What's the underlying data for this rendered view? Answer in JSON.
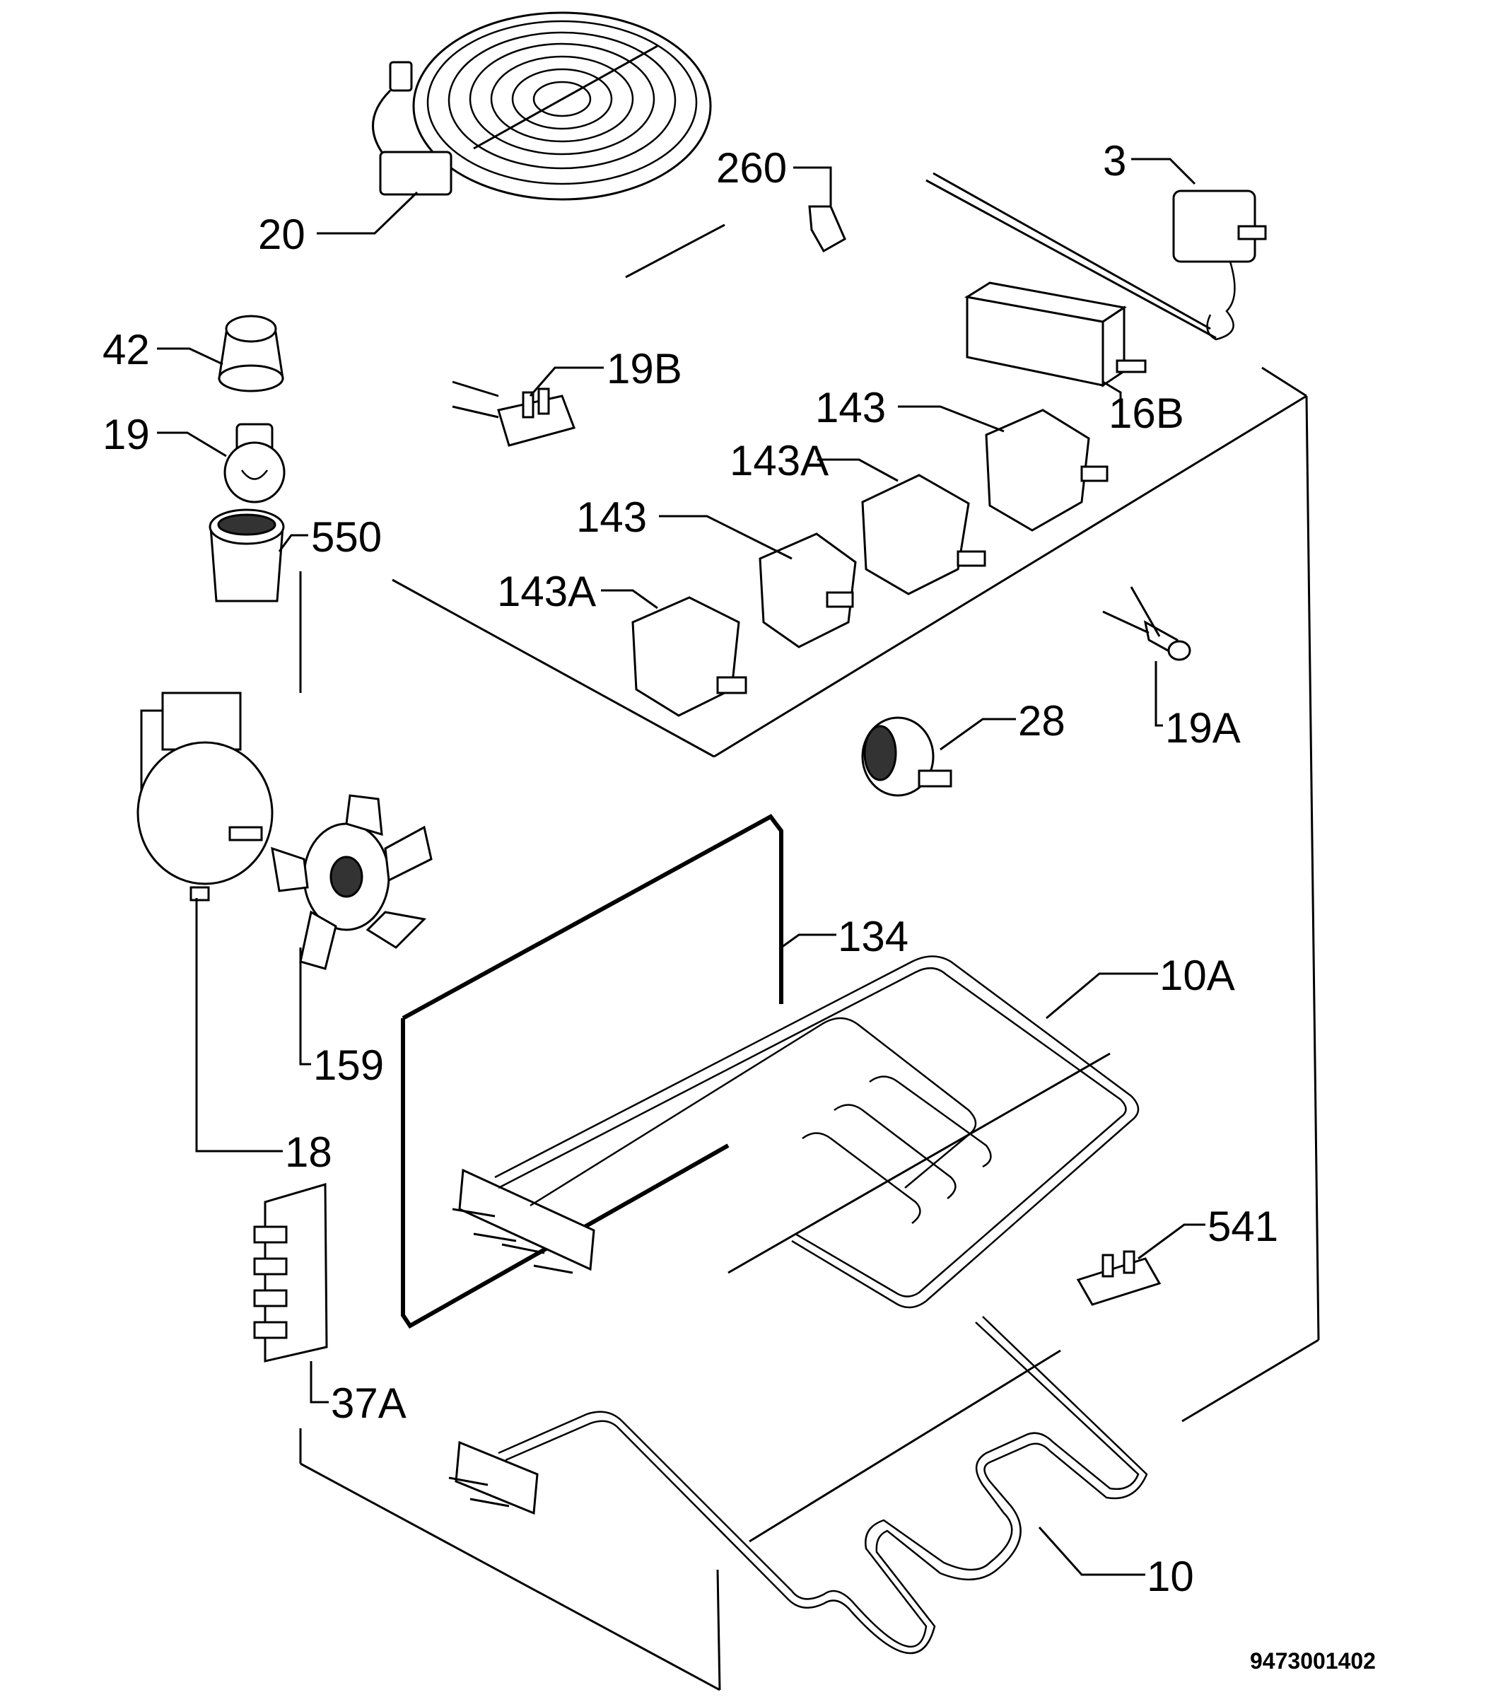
{
  "labels": {
    "l20": "20",
    "l260": "260",
    "l3": "3",
    "l42": "42",
    "l19B": "19B",
    "l19": "19",
    "l16B": "16B",
    "l143a": "143",
    "l143Aa": "143A",
    "l550": "550",
    "l143b": "143",
    "l143Ab": "143A",
    "l28": "28",
    "l19A": "19A",
    "l134": "134",
    "l10A": "10A",
    "l159": "159",
    "l18": "18",
    "l541": "541",
    "l37A": "37A",
    "l10": "10"
  },
  "diagram_code": "9473001402"
}
